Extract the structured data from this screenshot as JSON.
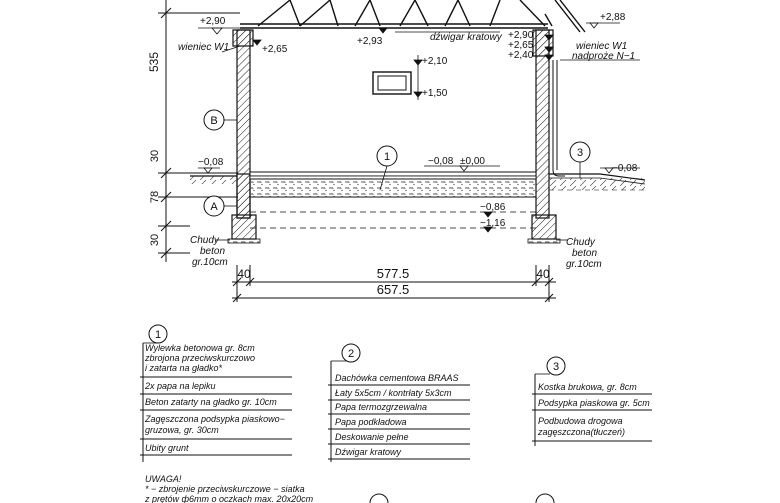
{
  "dims": {
    "left": [
      "535",
      "30",
      "78",
      "30"
    ],
    "bottom": [
      "40",
      "577.5",
      "40",
      "657.5"
    ]
  },
  "elevations": {
    "e290_left": "+2,90",
    "e265_left": "+2,65",
    "e293": "+2,93",
    "e288": "+2,88",
    "e290_right": "+2,90",
    "e265_right": "+2,65",
    "e240_right": "+2,40",
    "e210": "+2,10",
    "e150": "+1,50",
    "e008_left": "−0,08",
    "e008_mid": "−0,08",
    "e000": "±0,00",
    "e008_right": "−0,08",
    "e086": "−0,86",
    "e116": "−1,16"
  },
  "labels": {
    "wieniec_left": "wieniec W1",
    "dzwigar": "dźwigar kratowy",
    "wieniec_right": "wieniec W1",
    "nadproze": "nadproże N−1",
    "axis_b": "B",
    "axis_a": "A",
    "mark_1": "1",
    "mark_3": "3",
    "chudy_left": [
      "Chudy",
      "beton",
      "gr.10cm"
    ],
    "chudy_right": [
      "Chudy",
      "beton",
      "gr.10cm"
    ]
  },
  "legend1": {
    "number": "1",
    "rows": [
      [
        "Wylewka betonowa gr. 8cm",
        "zbrojona przeciwskurczowo",
        "i zatarta na gładko*"
      ],
      [
        "2x papa na lepiku"
      ],
      [
        "Beton zatarty na gładko gr. 10cm"
      ],
      [
        "Zagęszczona podsypka piaskowo−",
        "gruzowa, gr. 30cm"
      ],
      [
        "Ubity grunt"
      ]
    ]
  },
  "legend2": {
    "number": "2",
    "rows": [
      "Dachówka cementowa BRAAS",
      "Łaty 5x5cm / kontrłaty 5x3cm",
      "Papa termozgrzewalna",
      "Papa podkładowa",
      "Deskowanie pełne",
      "Dźwigar kratowy"
    ]
  },
  "legend3": {
    "number": "3",
    "rows": [
      [
        "Kostka brukowa, gr. 8cm"
      ],
      [
        "Podsypka piaskowa gr. 5cm"
      ],
      [
        "Podbudowa drogowa",
        "zagęszczona(tłuczeń)"
      ]
    ]
  },
  "notes": {
    "title": "UWAGA!",
    "lines": [
      "* − zbrojenie przeciwskurczowe − siatka",
      "z prętów ф6mm o oczkach max. 20x20cm"
    ]
  }
}
